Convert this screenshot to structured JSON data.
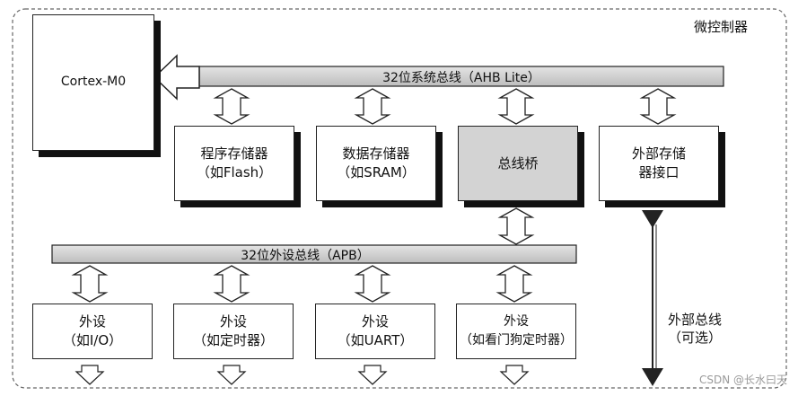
{
  "diagram": {
    "title": "微控制器",
    "cpu": "Cortex-M0",
    "ahb_bus": "32位系统总线（AHB Lite）",
    "apb_bus": "32位外设总线（APB）",
    "blocks": [
      {
        "id": "program-memory",
        "label": "程序存储器\n（如Flash）"
      },
      {
        "id": "data-memory",
        "label": "数据存储器\n（如SRAM）"
      },
      {
        "id": "bus-bridge",
        "label": "总线桥"
      },
      {
        "id": "external-memory-interface",
        "label": "外部存储\n器接口"
      }
    ],
    "peripherals": [
      {
        "id": "peripheral-io",
        "label": "外设\n（如I/O）"
      },
      {
        "id": "peripheral-timer",
        "label": "外设\n（如定时器）"
      },
      {
        "id": "peripheral-uart",
        "label": "外设\n（如UART）"
      },
      {
        "id": "peripheral-watchdog",
        "label": "外设\n（如看门狗定时器）"
      }
    ],
    "external_bus": "外部总线\n（可选）",
    "watermark": "CSDN @长水曰天"
  },
  "colors": {
    "line": "#222222",
    "bus_fill": "#d0d0d0",
    "bridge_fill": "#d3d3d3",
    "paper": "#ffffff"
  }
}
